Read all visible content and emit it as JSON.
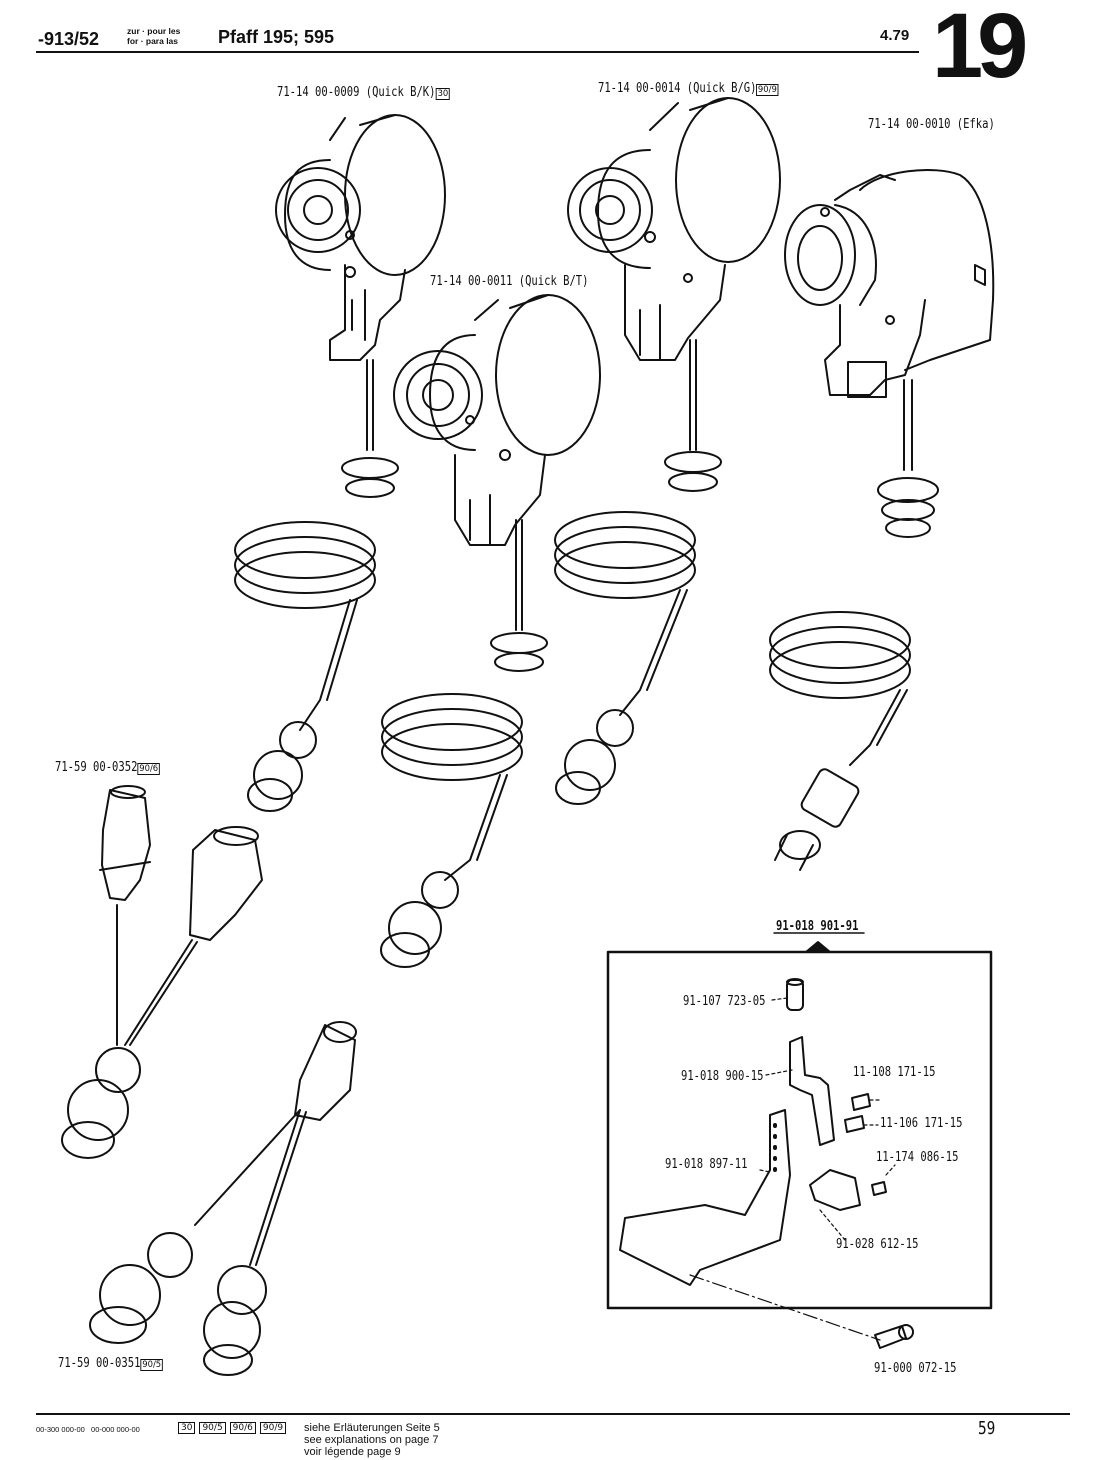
{
  "header": {
    "ref_number": "-913/52",
    "lang_line1": "zur · pour les",
    "lang_line2": "for · para las",
    "machine": "Pfaff 195; 595",
    "date": "4.79",
    "group_number": "19"
  },
  "callouts": {
    "pos_quick_bk": "71-14 00-0009 (Quick B/K)",
    "badge_bk": "30",
    "pos_quick_bg": "71-14 00-0014 (Quick B/G)",
    "badge_bg": "90/9",
    "pos_efka": "71-14 00-0010 (Efka)",
    "pos_quick_bt": "71-14 00-0011 (Quick B/T)",
    "adapter_0352": "71-59 00-0352",
    "badge_0352": "90/6",
    "adapter_0351": "71-59 00-0351",
    "badge_0351": "90/5"
  },
  "bracket_kit": {
    "kit_number": "91-018 901-91",
    "sleeve": "91-107 723-05",
    "plate": "91-018 900-15",
    "screw_a": "11-108 171-15",
    "screw_b": "11-106 171-15",
    "bracket": "91-018 897-11",
    "screw_c": "11-174 086-15",
    "clip": "91-028 612-15",
    "screw_outside": "91-000 072-15"
  },
  "footer": {
    "codes": "00-300 000-00   00-000 000-00",
    "badges": [
      "30",
      "90/5",
      "90/6",
      "90/9"
    ],
    "line_de": "siehe Erläuterungen Seite 5",
    "line_en": "see explanations on page 7",
    "line_fr": "voir légende page 9",
    "page_number": "59"
  }
}
